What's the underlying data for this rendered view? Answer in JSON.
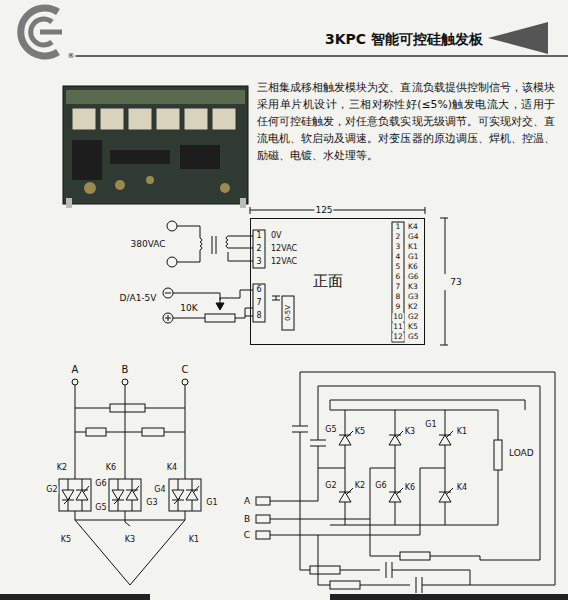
{
  "diagram": {
    "title": "3KPC 智能可控硅触发板",
    "nodes": [
      {
        "text": [
          "正面"
        ]
      },
      {
        "text": [
          "LOAD"
        ]
      }
    ],
    "labels": [
      "三相集成移相触发模块为交、直流负载提供控制信号，该模块采用单片机设计，三相对称性好(≤5%)触发电流大，适用于任何可控硅触发，对任意负载实现无级调节。可实现对交、直流电机、软启动及调速。对变压器的原边调压、焊机、控温、励磁、电镀、水处理等。",
      "125",
      "73",
      "380VAC",
      "D/A1-5V",
      "10K",
      "1",
      "0V",
      "2",
      "12VAC",
      "3",
      "12VAC",
      "6",
      "7",
      "8",
      "0-5V",
      "1",
      "K4",
      "2",
      "G4",
      "3",
      "K1",
      "4",
      "G1",
      "5",
      "K6",
      "6",
      "G6",
      "7",
      "K3",
      "8",
      "G3",
      "9",
      "K2",
      "10",
      "G2",
      "11",
      "K5",
      "12",
      "G5",
      "A",
      "B",
      "C",
      "K2",
      "G2",
      "G5",
      "K6",
      "G6",
      "G3",
      "K4",
      "G4",
      "G1",
      "K5",
      "K3",
      "K1",
      "G5",
      "K5",
      "K3",
      "G1",
      "K1",
      "K2",
      "G2",
      "G6",
      "K6",
      "K4",
      "A",
      "B",
      "C",
      "®"
    ]
  }
}
